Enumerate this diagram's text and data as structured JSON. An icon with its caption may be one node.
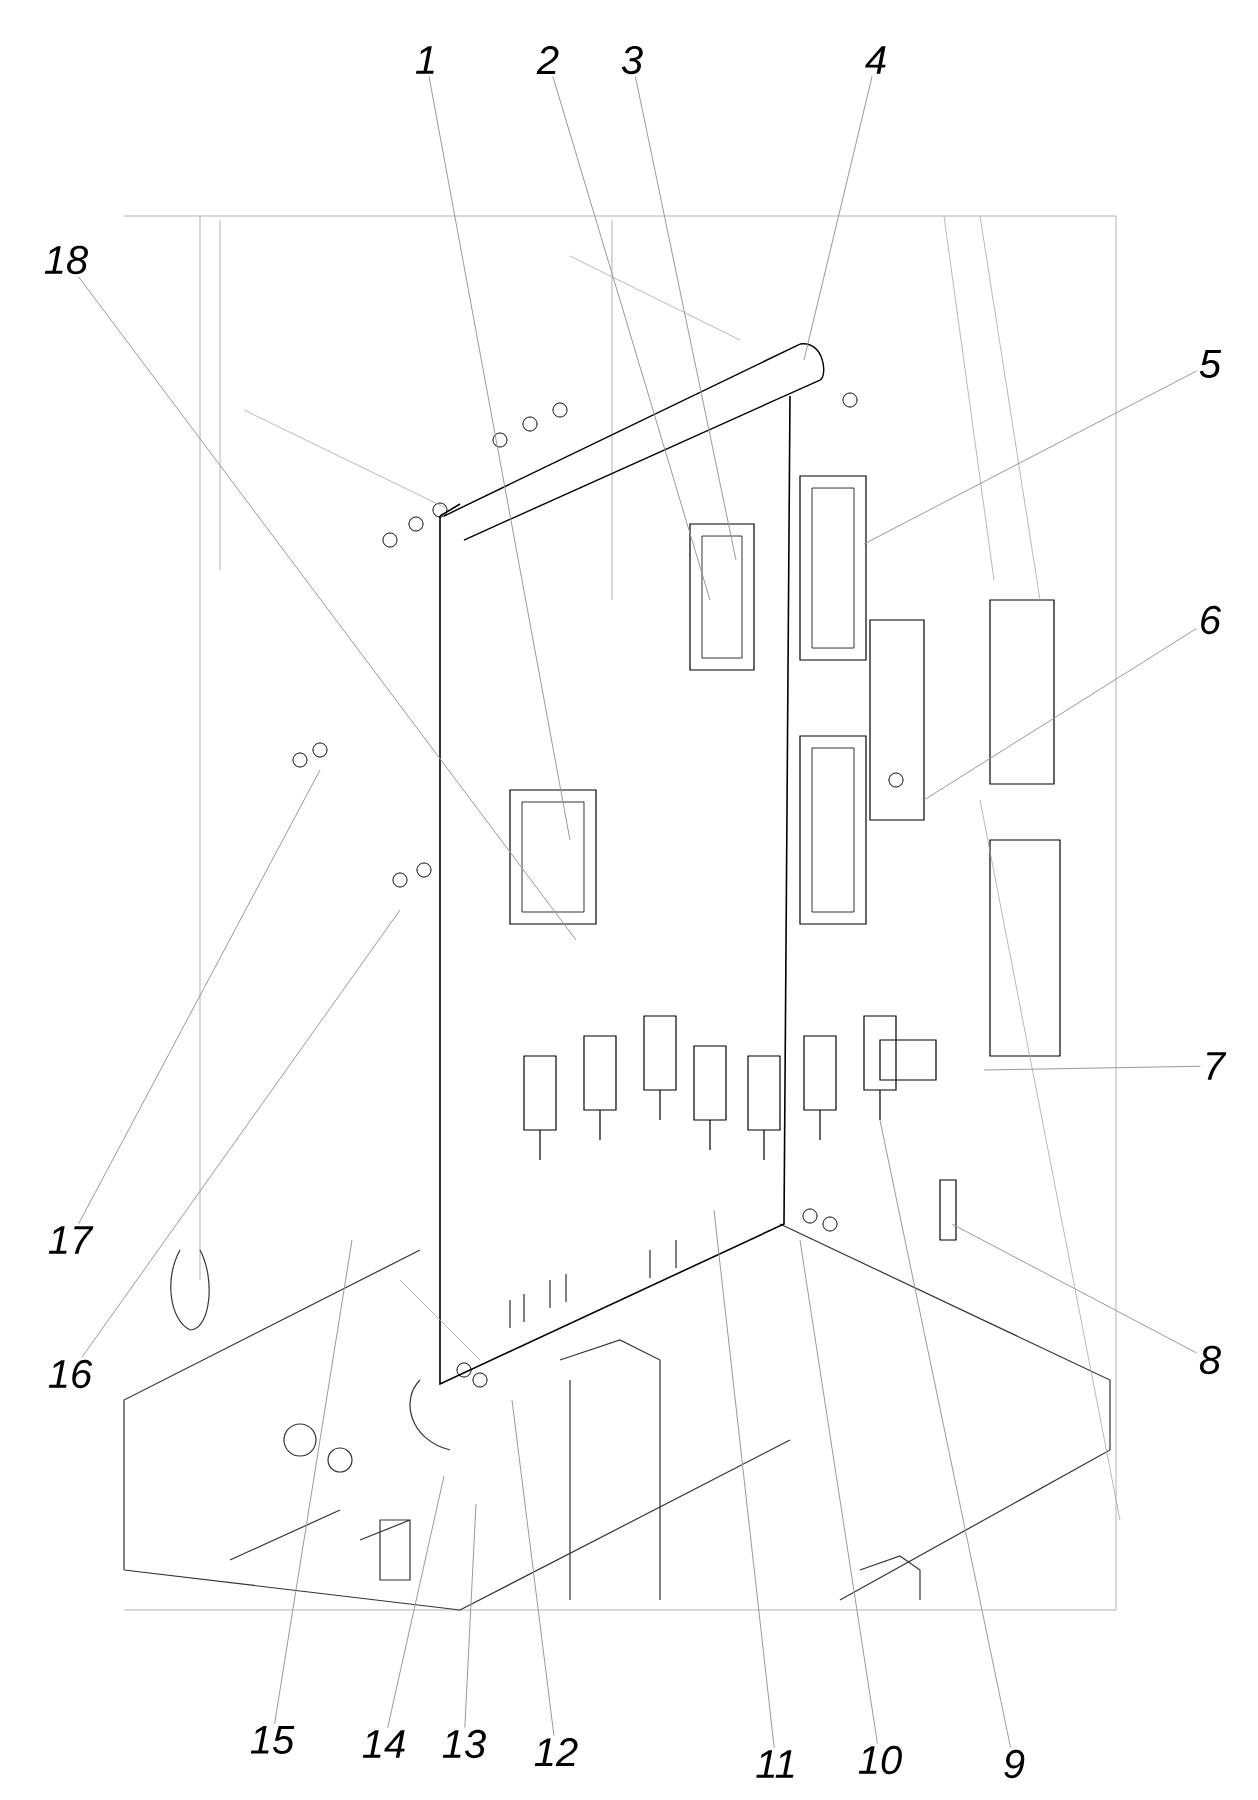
{
  "diagram": {
    "nodes": [
      {
        "text": [
          "1"
        ]
      },
      {
        "text": [
          "2"
        ]
      },
      {
        "text": [
          "3"
        ]
      },
      {
        "text": [
          "4"
        ]
      },
      {
        "text": [
          "5"
        ]
      },
      {
        "text": [
          "6"
        ]
      },
      {
        "text": [
          "7"
        ]
      },
      {
        "text": [
          "8"
        ]
      },
      {
        "text": [
          "9"
        ]
      },
      {
        "text": [
          "10"
        ]
      },
      {
        "text": [
          "11"
        ]
      },
      {
        "text": [
          "12"
        ]
      },
      {
        "text": [
          "13"
        ]
      },
      {
        "text": [
          "14"
        ]
      },
      {
        "text": [
          "15"
        ]
      },
      {
        "text": [
          "16"
        ]
      },
      {
        "text": [
          "17"
        ]
      },
      {
        "text": [
          "18"
        ]
      }
    ],
    "edges": [
      {
        "from": 0,
        "to": null,
        "arrow": "none"
      },
      {
        "from": 1,
        "to": null,
        "arrow": "none"
      },
      {
        "from": 2,
        "to": null,
        "arrow": "none"
      },
      {
        "from": 3,
        "to": null,
        "arrow": "none"
      },
      {
        "from": 4,
        "to": null,
        "arrow": "none"
      },
      {
        "from": 5,
        "to": null,
        "arrow": "none"
      },
      {
        "from": 6,
        "to": null,
        "arrow": "none"
      },
      {
        "from": 7,
        "to": null,
        "arrow": "none"
      },
      {
        "from": 8,
        "to": null,
        "arrow": "none"
      },
      {
        "from": 9,
        "to": null,
        "arrow": "none"
      },
      {
        "from": 10,
        "to": null,
        "arrow": "none"
      },
      {
        "from": 11,
        "to": null,
        "arrow": "none"
      },
      {
        "from": 12,
        "to": null,
        "arrow": "none"
      },
      {
        "from": 13,
        "to": null,
        "arrow": "none"
      },
      {
        "from": 14,
        "to": null,
        "arrow": "none"
      },
      {
        "from": 15,
        "to": null,
        "arrow": "none"
      },
      {
        "from": 16,
        "to": null,
        "arrow": "none"
      },
      {
        "from": 17,
        "to": null,
        "arrow": "none"
      }
    ]
  }
}
